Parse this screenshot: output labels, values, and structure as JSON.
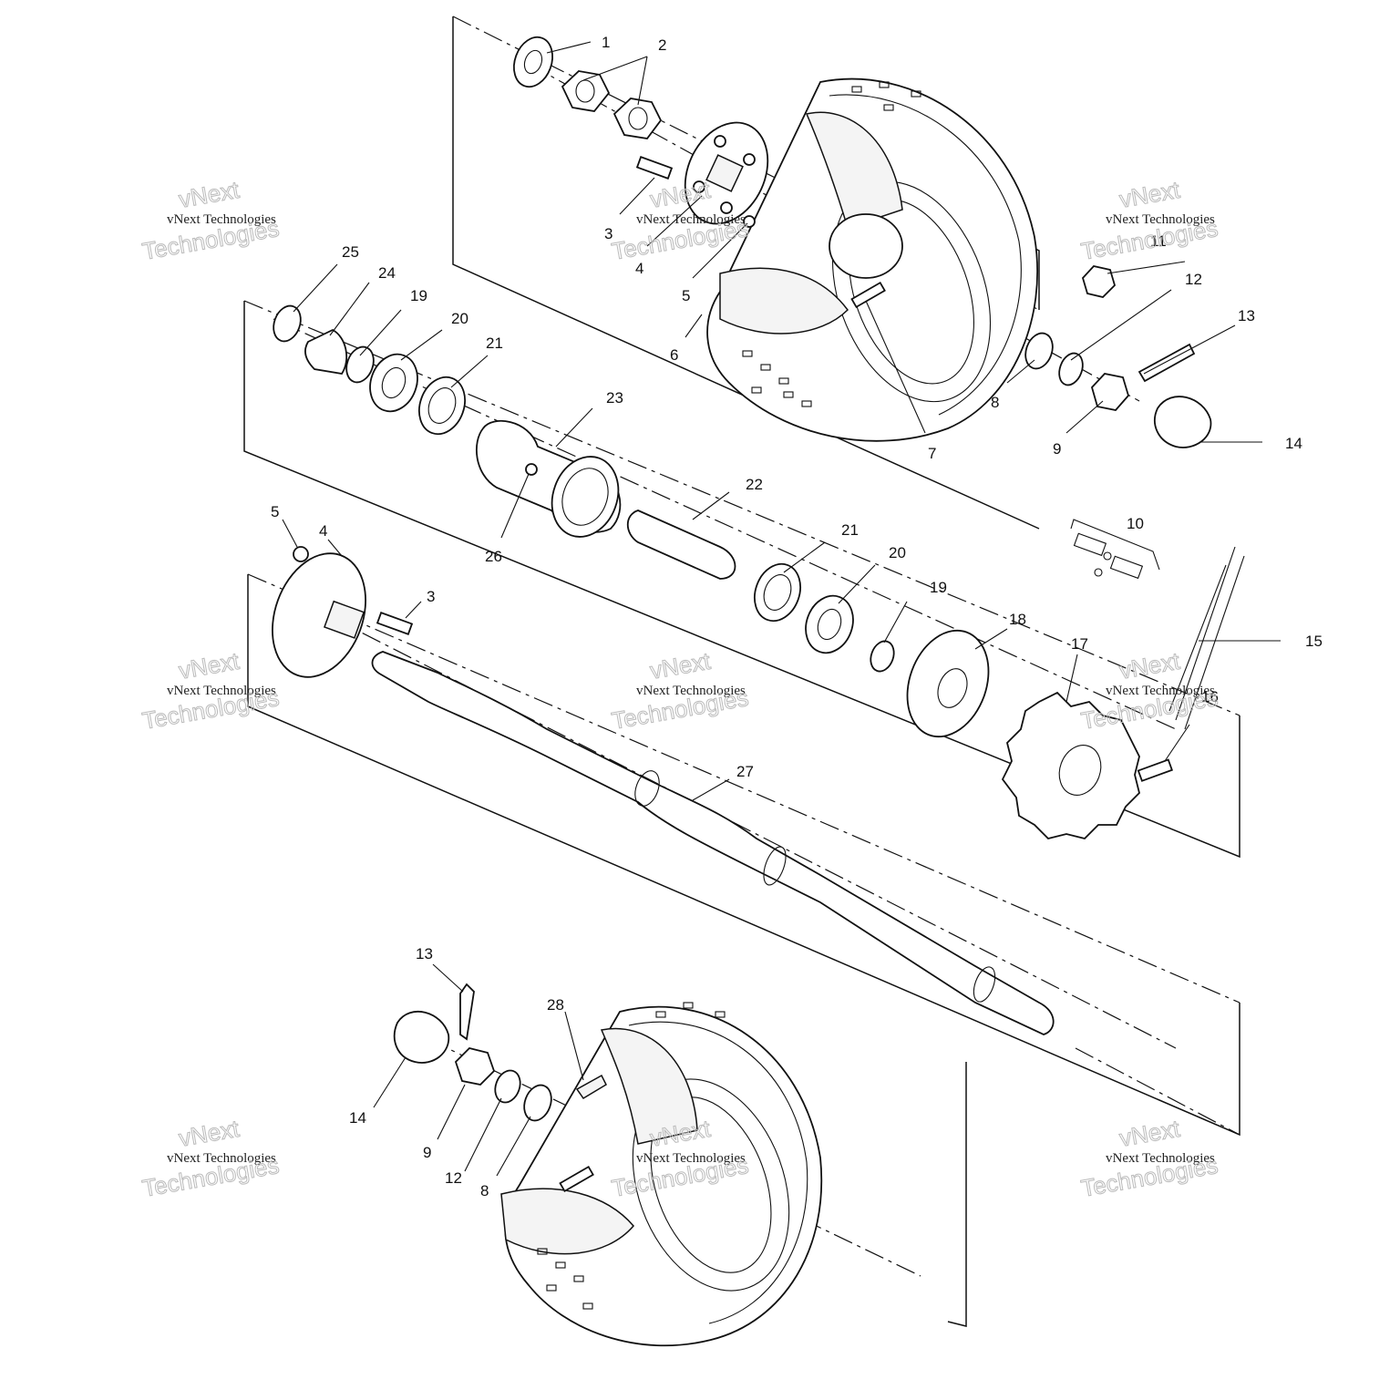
{
  "callouts": {
    "c1": "1",
    "c2": "2",
    "c3a": "3",
    "c4a": "4",
    "c5a": "5",
    "c6": "6",
    "c7": "7",
    "c8a": "8",
    "c9a": "9",
    "c10": "10",
    "c11": "11",
    "c12a": "12",
    "c13a": "13",
    "c14a": "14",
    "c15": "15",
    "c16": "16",
    "c17": "17",
    "c18": "18",
    "c19a": "19",
    "c20a": "20",
    "c21a": "21",
    "c22": "22",
    "c23": "23",
    "c24": "24",
    "c25": "25",
    "c26": "26",
    "c3b": "3",
    "c4b": "4",
    "c5b": "5",
    "c21b": "21",
    "c20b": "20",
    "c19b": "19",
    "c27": "27",
    "c13b": "13",
    "c14b": "14",
    "c9b": "9",
    "c12b": "12",
    "c8b": "8",
    "c28": "28"
  },
  "watermark": {
    "line1": "vNext",
    "line2": "vNext Technologies",
    "line3": "Technologies"
  }
}
